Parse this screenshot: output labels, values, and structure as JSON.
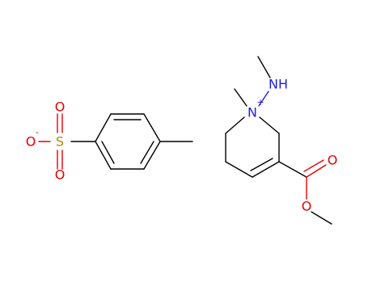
{
  "colors": {
    "bond": "#000000",
    "oxygen": "#e60000",
    "sulfur": "#b8860b",
    "nitrogen": "#2020e6"
  },
  "tosylate": {
    "sulfur": "S",
    "oxygen_top": "O",
    "oxygen_bottom": "O",
    "oxygen_anion": "O",
    "anion_charge": "-"
  },
  "cation": {
    "ring_nitrogen": "N",
    "nitrogen_charge": "+",
    "amine_group": "NH",
    "ester_carbonyl_oxygen": "O",
    "ester_ether_oxygen": "O"
  }
}
